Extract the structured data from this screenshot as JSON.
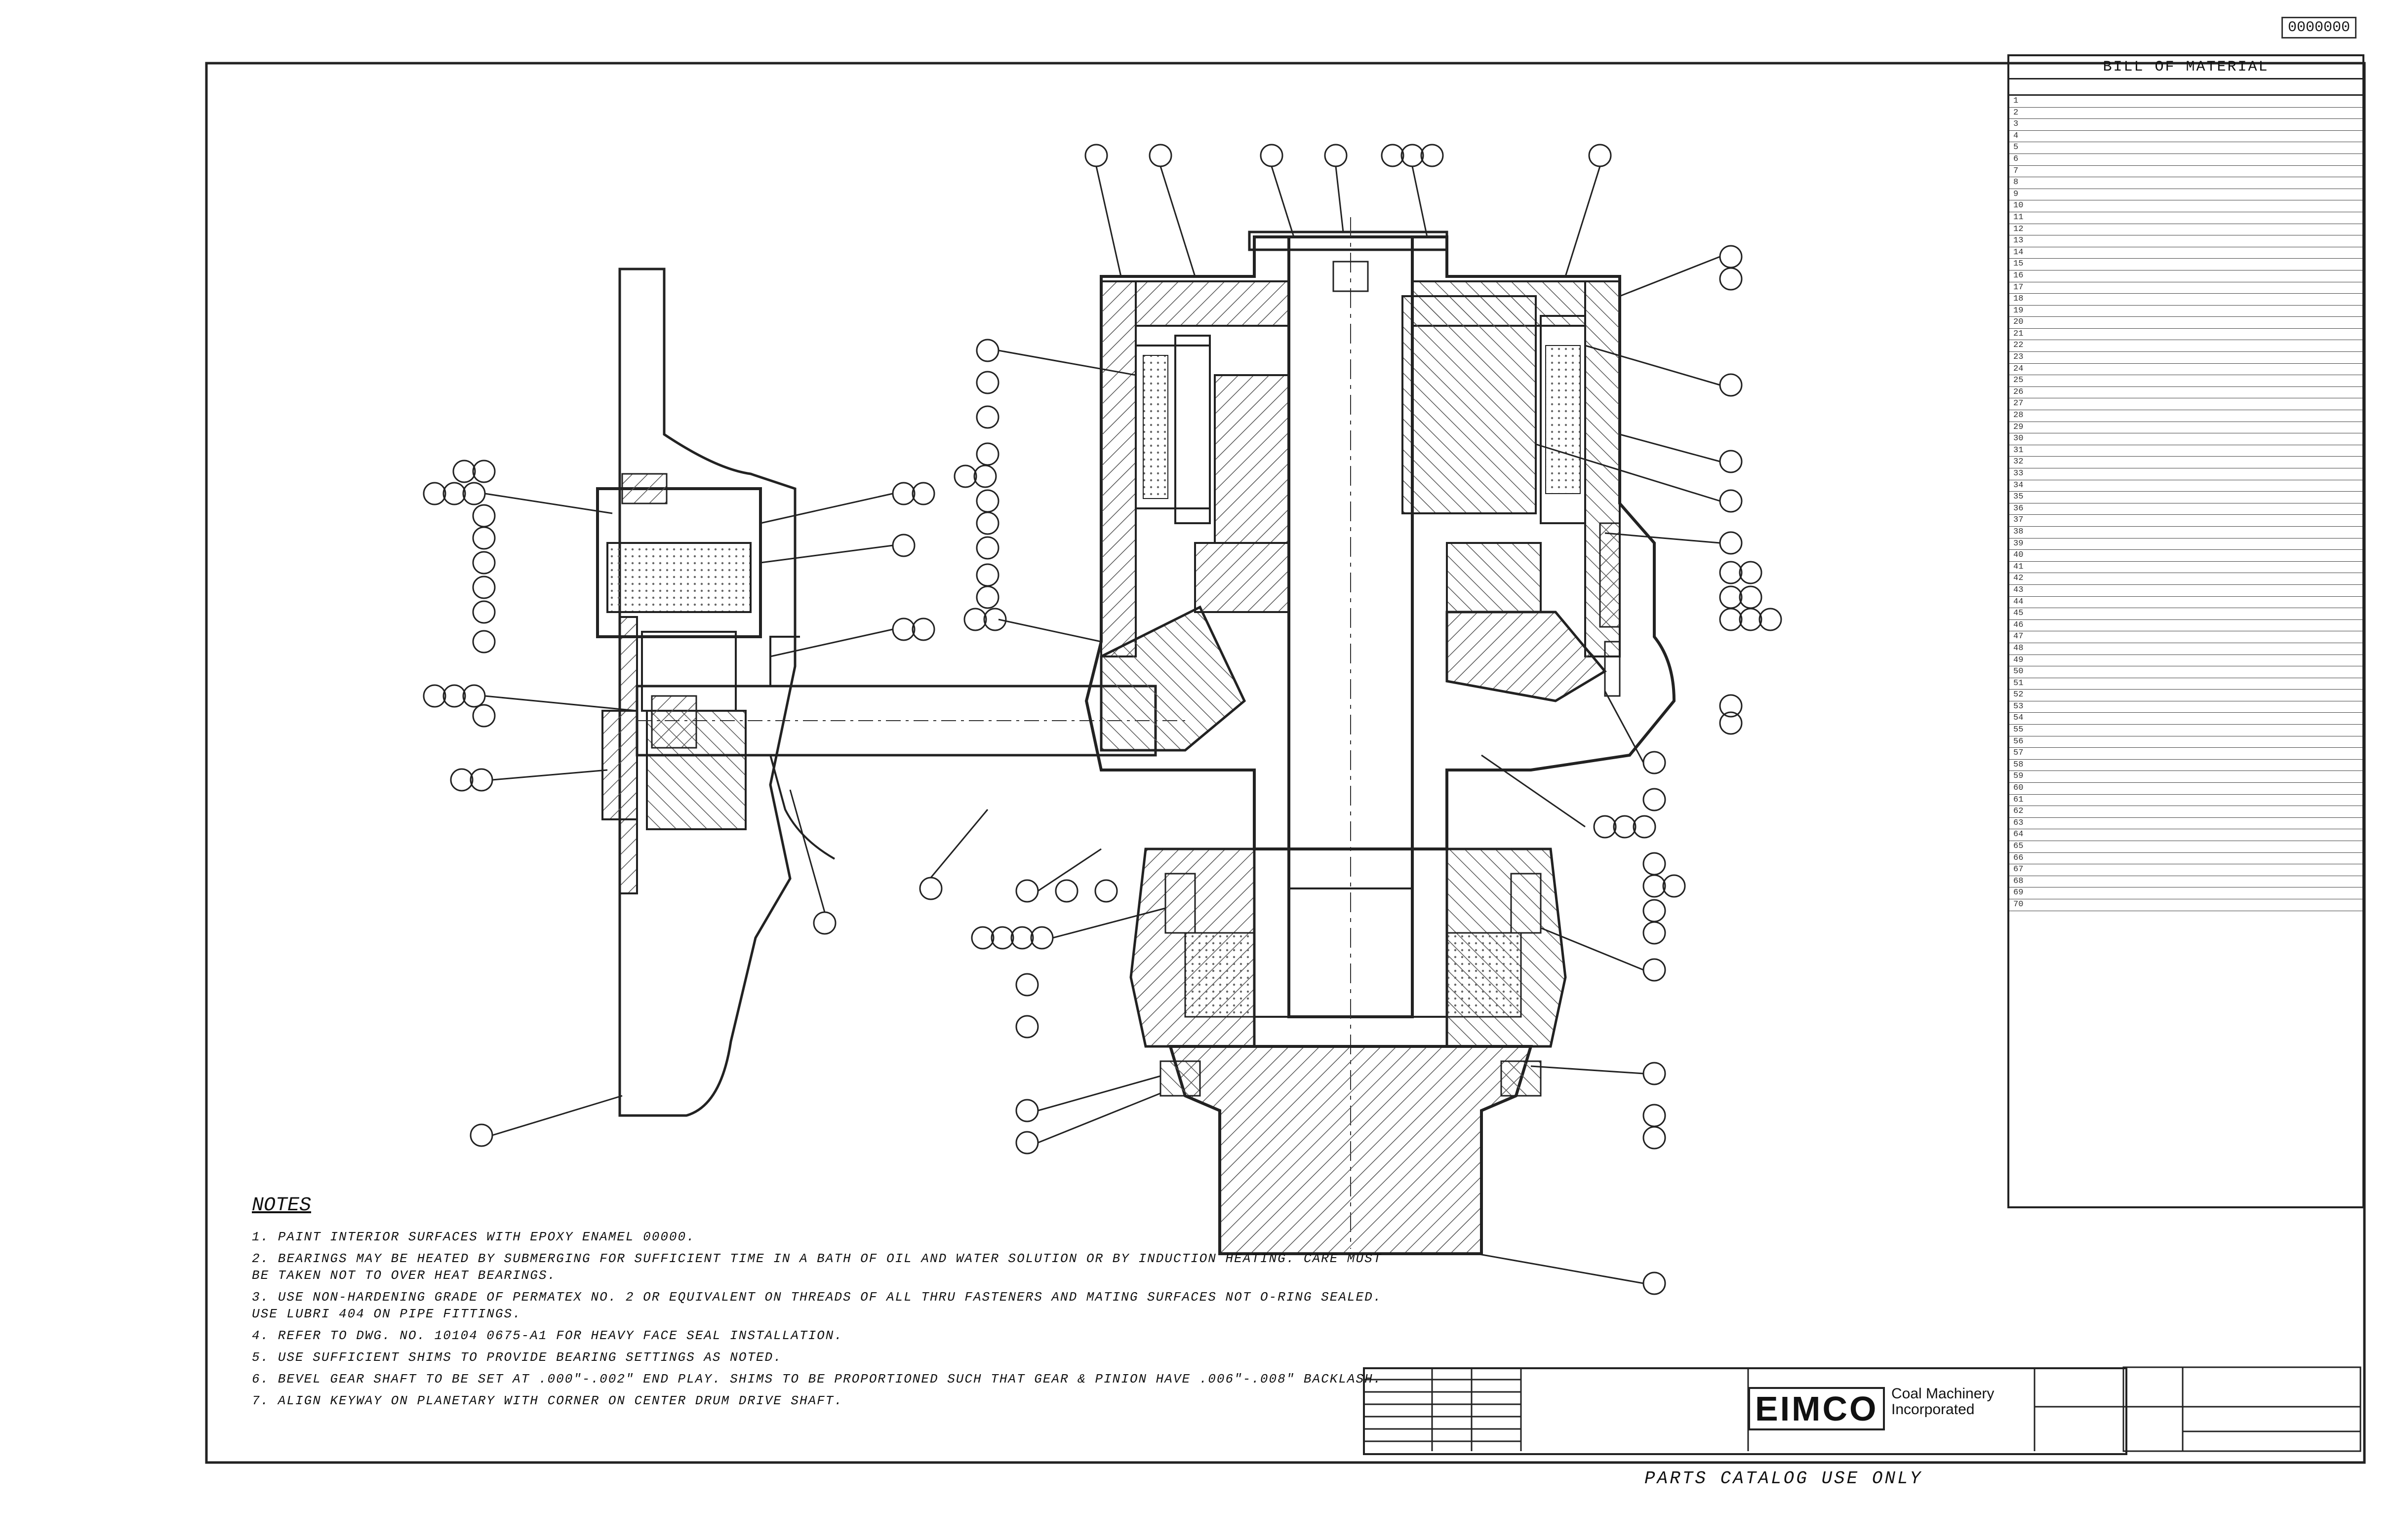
{
  "drawing_number_label": "0000000",
  "notes": {
    "title": "NOTES",
    "items": [
      "1. PAINT INTERIOR SURFACES WITH EPOXY ENAMEL 00000.",
      "2. BEARINGS MAY BE HEATED BY SUBMERGING FOR SUFFICIENT TIME IN A BATH OF OIL AND WATER SOLUTION OR BY INDUCTION HEATING. CARE MUST BE TAKEN NOT TO OVER HEAT BEARINGS.",
      "3. USE NON-HARDENING GRADE OF PERMATEX NO. 2 OR EQUIVALENT ON THREADS OF ALL THRU FASTENERS AND MATING SURFACES NOT O-RING SEALED. USE LUBRI 404 ON PIPE FITTINGS.",
      "4. REFER TO DWG. NO. 10104 0675-A1 FOR HEAVY FACE SEAL INSTALLATION.",
      "5. USE SUFFICIENT SHIMS TO PROVIDE BEARING SETTINGS AS NOTED.",
      "6. BEVEL GEAR SHAFT TO BE SET AT .000\"-.002\" END PLAY. SHIMS TO BE PROPORTIONED SUCH THAT GEAR & PINION HAVE .006\"-.008\" BACKLASH.",
      "7. ALIGN KEYWAY ON PLANETARY WITH CORNER ON CENTER DRUM DRIVE SHAFT."
    ]
  },
  "bill_of_material": {
    "title": "BILL OF MATERIAL",
    "rows": [
      {
        "item": "1"
      },
      {
        "item": "2"
      },
      {
        "item": "3"
      },
      {
        "item": "4"
      },
      {
        "item": "5"
      },
      {
        "item": "6"
      },
      {
        "item": "7"
      },
      {
        "item": "8"
      },
      {
        "item": "9"
      },
      {
        "item": "10"
      },
      {
        "item": "11"
      },
      {
        "item": "12"
      },
      {
        "item": "13"
      },
      {
        "item": "14"
      },
      {
        "item": "15"
      },
      {
        "item": "16"
      },
      {
        "item": "17"
      },
      {
        "item": "18"
      },
      {
        "item": "19"
      },
      {
        "item": "20"
      },
      {
        "item": "21"
      },
      {
        "item": "22"
      },
      {
        "item": "23"
      },
      {
        "item": "24"
      },
      {
        "item": "25"
      },
      {
        "item": "26"
      },
      {
        "item": "27"
      },
      {
        "item": "28"
      },
      {
        "item": "29"
      },
      {
        "item": "30"
      },
      {
        "item": "31"
      },
      {
        "item": "32"
      },
      {
        "item": "33"
      },
      {
        "item": "34"
      },
      {
        "item": "35"
      },
      {
        "item": "36"
      },
      {
        "item": "37"
      },
      {
        "item": "38"
      },
      {
        "item": "39"
      },
      {
        "item": "40"
      },
      {
        "item": "41"
      },
      {
        "item": "42"
      },
      {
        "item": "43"
      },
      {
        "item": "44"
      },
      {
        "item": "45"
      },
      {
        "item": "46"
      },
      {
        "item": "47"
      },
      {
        "item": "48"
      },
      {
        "item": "49"
      },
      {
        "item": "50"
      },
      {
        "item": "51"
      },
      {
        "item": "52"
      },
      {
        "item": "53"
      },
      {
        "item": "54"
      },
      {
        "item": "55"
      },
      {
        "item": "56"
      },
      {
        "item": "57"
      },
      {
        "item": "58"
      },
      {
        "item": "59"
      },
      {
        "item": "60"
      },
      {
        "item": "61"
      },
      {
        "item": "62"
      },
      {
        "item": "63"
      },
      {
        "item": "64"
      },
      {
        "item": "65"
      },
      {
        "item": "66"
      },
      {
        "item": "67"
      },
      {
        "item": "68"
      },
      {
        "item": "69"
      },
      {
        "item": "70"
      }
    ]
  },
  "title_block": {
    "logo": "EIMCO",
    "company_line1": "Coal Machinery",
    "company_line2": "Incorporated"
  },
  "footer_note": "PARTS CATALOG USE ONLY"
}
